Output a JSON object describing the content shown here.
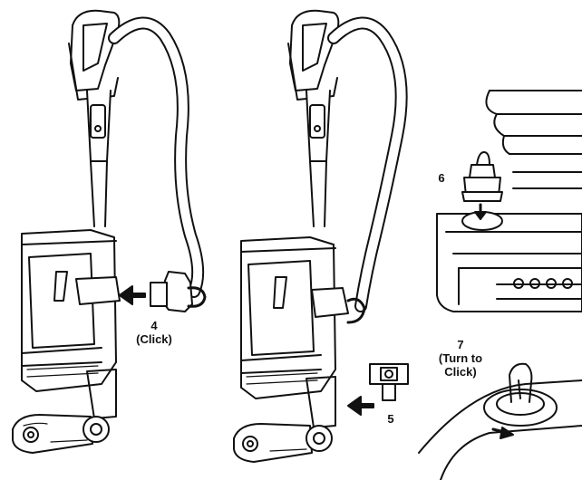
{
  "steps": [
    {
      "number": "4",
      "note": "(Click)"
    },
    {
      "number": "5",
      "note": ""
    },
    {
      "number": "6",
      "note": ""
    },
    {
      "number": "7",
      "note_line1": "(Turn to",
      "note_line2": "Click)"
    }
  ],
  "colors": {
    "stroke": "#111111",
    "fill": "#ffffff",
    "arrow": "#111111"
  }
}
